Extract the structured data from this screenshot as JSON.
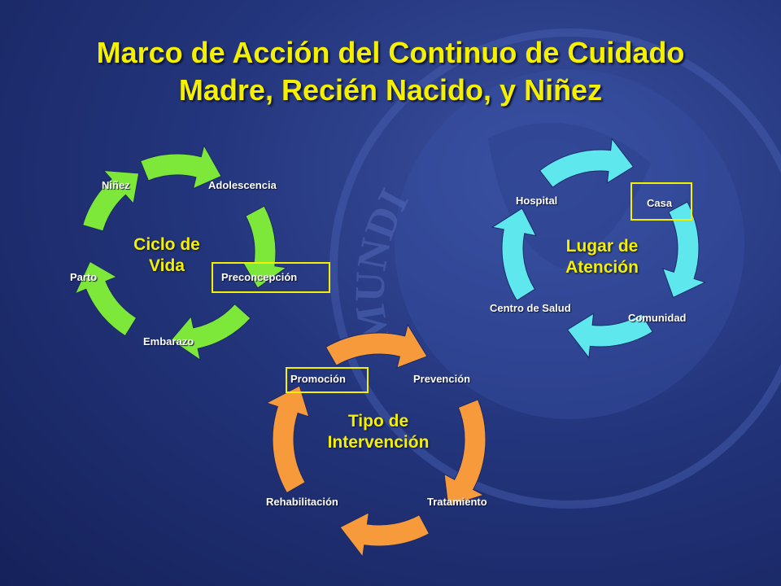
{
  "title": {
    "line1": "Marco de Acción del Continuo de Cuidado",
    "line2": "Madre, Recién Nacido, y Niñez"
  },
  "watermark_text": "MUNDI",
  "cycles": [
    {
      "id": "ciclo",
      "center_line1": "Ciclo de",
      "center_line2": "Vida",
      "color": "#7ee83a",
      "labels": [
        "Niñez",
        "Adolescencia",
        "Preconcepción",
        "Embarazo",
        "Parto"
      ],
      "highlighted": "Preconcepción"
    },
    {
      "id": "lugar",
      "center_line1": "Lugar de",
      "center_line2": "Atención",
      "color": "#5ee8ee",
      "labels": [
        "Hospital",
        "Casa",
        "Comunidad",
        "Centro de Salud"
      ],
      "highlighted": "Casa"
    },
    {
      "id": "tipo",
      "center_line1": "Tipo de",
      "center_line2": "Intervención",
      "color": "#f79a3c",
      "labels": [
        "Promoción",
        "Prevención",
        "Tratamiento",
        "Rehabilitación"
      ],
      "highlighted": "Promoción"
    }
  ],
  "colors": {
    "title": "#f4f000",
    "highlight_box": "#f4f000",
    "background": "#23357c"
  }
}
